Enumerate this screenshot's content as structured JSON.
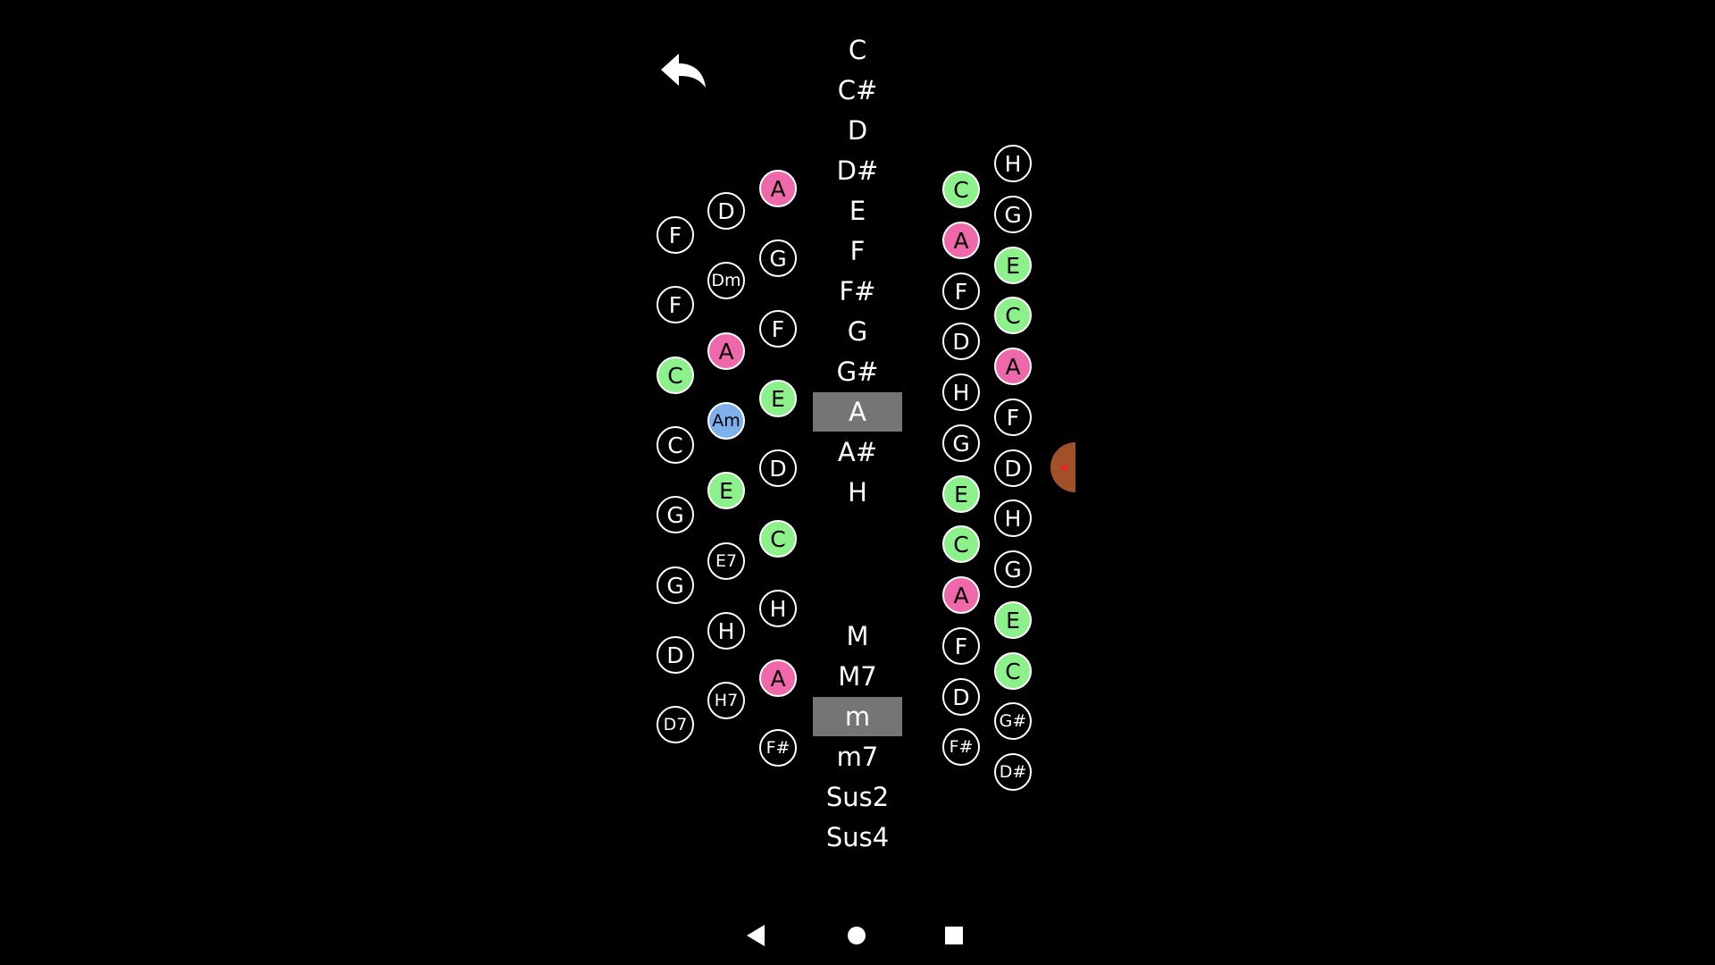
{
  "colors": {
    "background": "#000000",
    "pink": "#ef68a9",
    "green": "#8df18b",
    "blue": "#7fb0ee",
    "selected": "#757575"
  },
  "icons": {
    "back": "back-arrow-icon",
    "nav_back": "triangle-back-icon",
    "nav_home": "circle-home-icon",
    "nav_recent": "square-recents-icon"
  },
  "root_notes": [
    "C",
    "C#",
    "D",
    "D#",
    "E",
    "F",
    "F#",
    "G",
    "G#",
    "A",
    "A#",
    "H"
  ],
  "selected_root": "A",
  "chord_types": [
    "M",
    "M7",
    "m",
    "m7",
    "Sus2",
    "Sus4"
  ],
  "selected_type": "m",
  "left_col1": [
    {
      "label": "F",
      "color": ""
    },
    {
      "label": "F",
      "color": ""
    },
    {
      "label": "C",
      "color": "green"
    },
    {
      "label": "C",
      "color": ""
    },
    {
      "label": "G",
      "color": ""
    },
    {
      "label": "G",
      "color": ""
    },
    {
      "label": "D",
      "color": ""
    },
    {
      "label": "D7",
      "color": ""
    }
  ],
  "left_col2": [
    {
      "label": "D",
      "color": ""
    },
    {
      "label": "Dm",
      "color": ""
    },
    {
      "label": "A",
      "color": "pink"
    },
    {
      "label": "Am",
      "color": "blue"
    },
    {
      "label": "E",
      "color": "green"
    },
    {
      "label": "E7",
      "color": ""
    },
    {
      "label": "H",
      "color": ""
    },
    {
      "label": "H7",
      "color": ""
    }
  ],
  "left_col3": [
    {
      "label": "A",
      "color": "pink"
    },
    {
      "label": "G",
      "color": ""
    },
    {
      "label": "F",
      "color": ""
    },
    {
      "label": "E",
      "color": "green"
    },
    {
      "label": "D",
      "color": ""
    },
    {
      "label": "C",
      "color": "green"
    },
    {
      "label": "H",
      "color": ""
    },
    {
      "label": "A",
      "color": "pink"
    },
    {
      "label": "F#",
      "color": ""
    }
  ],
  "right_col1": [
    {
      "label": "C",
      "color": "green"
    },
    {
      "label": "A",
      "color": "pink"
    },
    {
      "label": "F",
      "color": ""
    },
    {
      "label": "D",
      "color": ""
    },
    {
      "label": "H",
      "color": ""
    },
    {
      "label": "G",
      "color": ""
    },
    {
      "label": "E",
      "color": "green"
    },
    {
      "label": "C",
      "color": "green"
    },
    {
      "label": "A",
      "color": "pink"
    },
    {
      "label": "F",
      "color": ""
    },
    {
      "label": "D",
      "color": ""
    },
    {
      "label": "F#",
      "color": ""
    }
  ],
  "right_col2": [
    {
      "label": "H",
      "color": ""
    },
    {
      "label": "G",
      "color": ""
    },
    {
      "label": "E",
      "color": "green"
    },
    {
      "label": "C",
      "color": "green"
    },
    {
      "label": "A",
      "color": "pink"
    },
    {
      "label": "F",
      "color": ""
    },
    {
      "label": "D",
      "color": ""
    },
    {
      "label": "H",
      "color": ""
    },
    {
      "label": "G",
      "color": ""
    },
    {
      "label": "E",
      "color": "green"
    },
    {
      "label": "C",
      "color": "green"
    },
    {
      "label": "G#",
      "color": ""
    },
    {
      "label": "D#",
      "color": ""
    }
  ]
}
